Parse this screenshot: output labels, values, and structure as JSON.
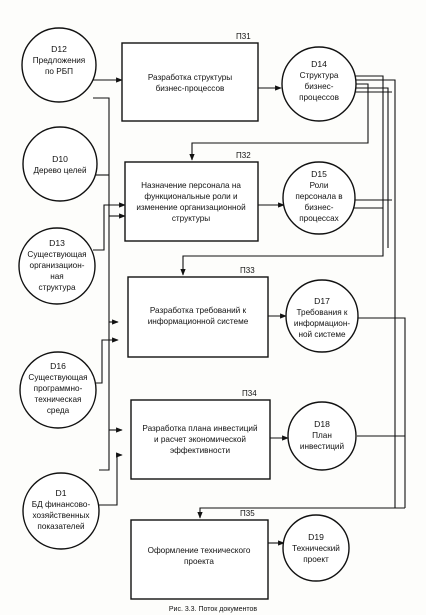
{
  "caption": "Рис. 3.3. Поток документов",
  "processes": [
    {
      "id": "П31",
      "lines": [
        "Разработка структуры",
        "бизнес-процессов"
      ]
    },
    {
      "id": "П32",
      "lines": [
        "Назначение персонала на",
        "функциональные роли и",
        "изменение организационной",
        "структуры"
      ]
    },
    {
      "id": "П33",
      "lines": [
        "Разработка требований к",
        "информационной системе"
      ]
    },
    {
      "id": "П34",
      "lines": [
        "Разработка плана инвестиций",
        "и расчет экономической",
        "эффективности"
      ]
    },
    {
      "id": "П35",
      "lines": [
        "Оформление технического",
        "проекта"
      ]
    }
  ],
  "inputs": [
    {
      "id": "D12",
      "lines": [
        "Предложения",
        "по РБП"
      ]
    },
    {
      "id": "D10",
      "lines": [
        "Дерево целей"
      ]
    },
    {
      "id": "D13",
      "lines": [
        "Существующая",
        "организацион-",
        "ная",
        "структура"
      ]
    },
    {
      "id": "D16",
      "lines": [
        "Существующая",
        "программно-",
        "техническая",
        "среда"
      ]
    },
    {
      "id": "D1",
      "lines": [
        "БД финансово-",
        "хозяйственных",
        "показателей"
      ]
    }
  ],
  "outputs": [
    {
      "id": "D14",
      "lines": [
        "Структура",
        "бизнес-",
        "процессов"
      ]
    },
    {
      "id": "D15",
      "lines": [
        "Роли",
        "персонала в",
        "бизнес-",
        "процессах"
      ]
    },
    {
      "id": "D17",
      "lines": [
        "Требования к",
        "информацион-",
        "ной системе"
      ]
    },
    {
      "id": "D18",
      "lines": [
        "План",
        "инвестиций"
      ]
    },
    {
      "id": "D19",
      "lines": [
        "Технический",
        "проект"
      ]
    }
  ]
}
